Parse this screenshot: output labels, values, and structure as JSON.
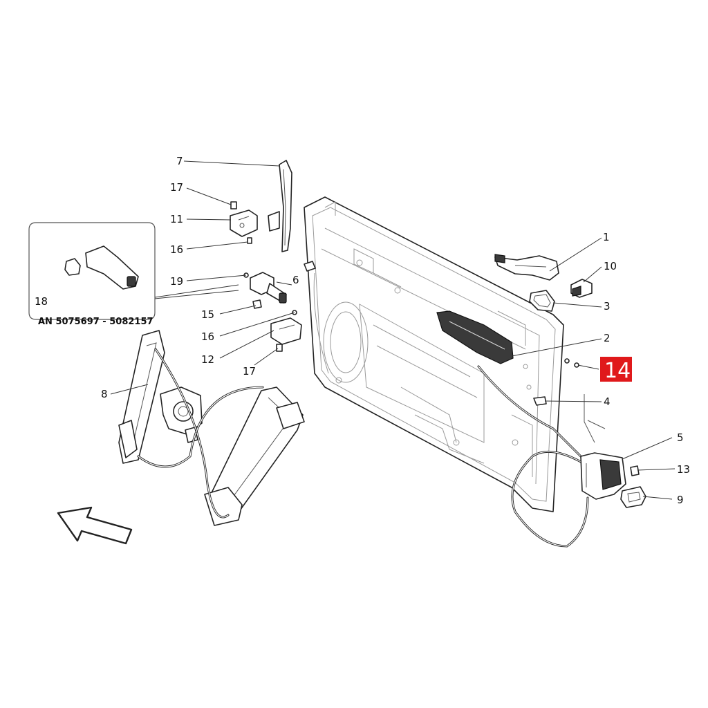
{
  "callouts": [
    {
      "id": "c1",
      "text": "1"
    },
    {
      "id": "c2",
      "text": "2"
    },
    {
      "id": "c3",
      "text": "3"
    },
    {
      "id": "c4",
      "text": "4"
    },
    {
      "id": "c5",
      "text": "5"
    },
    {
      "id": "c6",
      "text": "6"
    },
    {
      "id": "c7",
      "text": "7"
    },
    {
      "id": "c8",
      "text": "8"
    },
    {
      "id": "c9",
      "text": "9"
    },
    {
      "id": "c10",
      "text": "10"
    },
    {
      "id": "c11",
      "text": "11"
    },
    {
      "id": "c12",
      "text": "12"
    },
    {
      "id": "c13",
      "text": "13"
    },
    {
      "id": "c15",
      "text": "15"
    },
    {
      "id": "c16a",
      "text": "16"
    },
    {
      "id": "c16b",
      "text": "16"
    },
    {
      "id": "c17a",
      "text": "17"
    },
    {
      "id": "c17b",
      "text": "17"
    },
    {
      "id": "c18",
      "text": "18"
    },
    {
      "id": "c19",
      "text": "19"
    }
  ],
  "highlight": {
    "text": "14",
    "color": "#e0191b"
  },
  "inset": {
    "caption": "AN 5075697 - 5082157"
  },
  "direction_arrow": {
    "icon": "front-direction-arrow-icon"
  }
}
